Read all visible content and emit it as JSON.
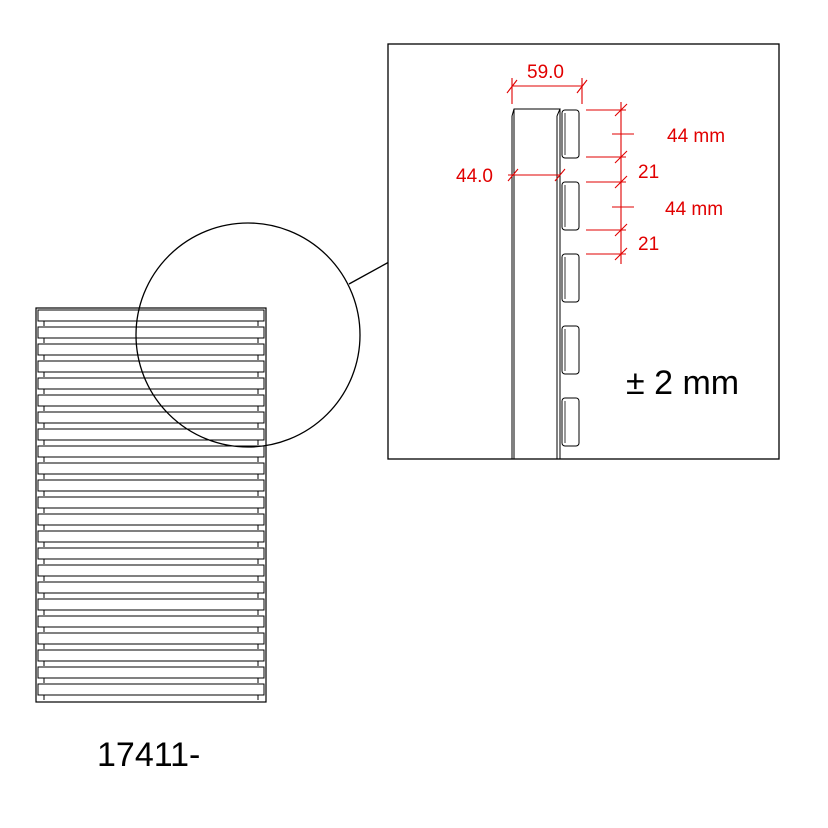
{
  "product_code": "17411-",
  "tolerance_label": "± 2 mm",
  "dimensions": {
    "total_width": "59.0",
    "slat_width": "44.0",
    "slat_pitch_1": "44 mm",
    "gap_1": "21",
    "slat_pitch_2": "44 mm",
    "gap_2": "21"
  },
  "colors": {
    "line": "#000000",
    "dimension": "#e10000",
    "background": "#ffffff",
    "slat_fill": "#ffffff"
  },
  "slat_count": 23
}
